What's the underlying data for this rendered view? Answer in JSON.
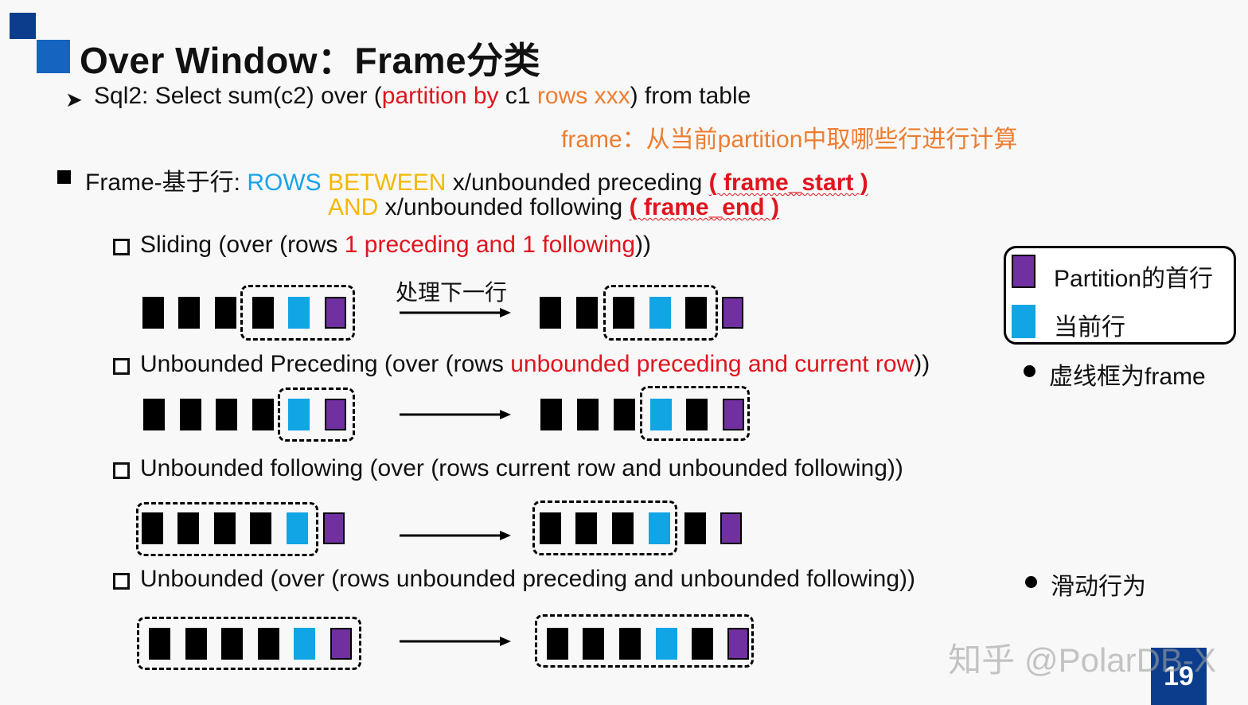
{
  "title": "Over Window：Frame分类",
  "sql_line": {
    "prefix": "Sql2: Select sum(c2) over (",
    "partition_by": "partition by",
    "c1": " c1 ",
    "rows": "rows xxx",
    "suffix": ") from table"
  },
  "frame_note": "frame：从当前partition中取哪些行进行计算",
  "frame_def": {
    "prefix": "Frame-基于行: ",
    "rows": "ROWS",
    "between": "BETWEEN",
    "preceding_text": " x/unbounded preceding ",
    "frame_start": "( frame_start )",
    "and": "AND",
    "following_text": " x/unbounded following ",
    "frame_end": "( frame_end )"
  },
  "sections": [
    {
      "prefix": "Sliding (over (rows ",
      "highlight": "1 preceding and 1 following",
      "suffix": "))"
    },
    {
      "prefix": "Unbounded Preceding (over (rows ",
      "highlight": "unbounded preceding and current row",
      "suffix": "))"
    },
    {
      "prefix": "Unbounded following (over (rows current row and unbounded following))"
    },
    {
      "prefix": "Unbounded (over (rows unbounded preceding and unbounded following))"
    }
  ],
  "arrow_label": "处理下一行",
  "legend": {
    "partition_first_row": "Partition的首行",
    "current_row": "当前行"
  },
  "notes": [
    "虚线框为frame",
    "滑动行为"
  ],
  "watermark": "知乎 @PolarDB-X",
  "page_number": "19",
  "colors": {
    "black_row": "#000000",
    "current_row": "#12a5e5",
    "partition_first_row": "#7030a0",
    "highlight_red": "#e0141e",
    "highlight_orange": "#ed7d31",
    "keyword_cyan": "#1aa3e8",
    "keyword_yellow": "#f5b800",
    "brand_blue": "#0b3d8c"
  },
  "icons": [
    "arrow-bullet-icon",
    "square-bullet-icon",
    "checkbox-icon",
    "right-arrow-icon",
    "dot-bullet-icon"
  ]
}
